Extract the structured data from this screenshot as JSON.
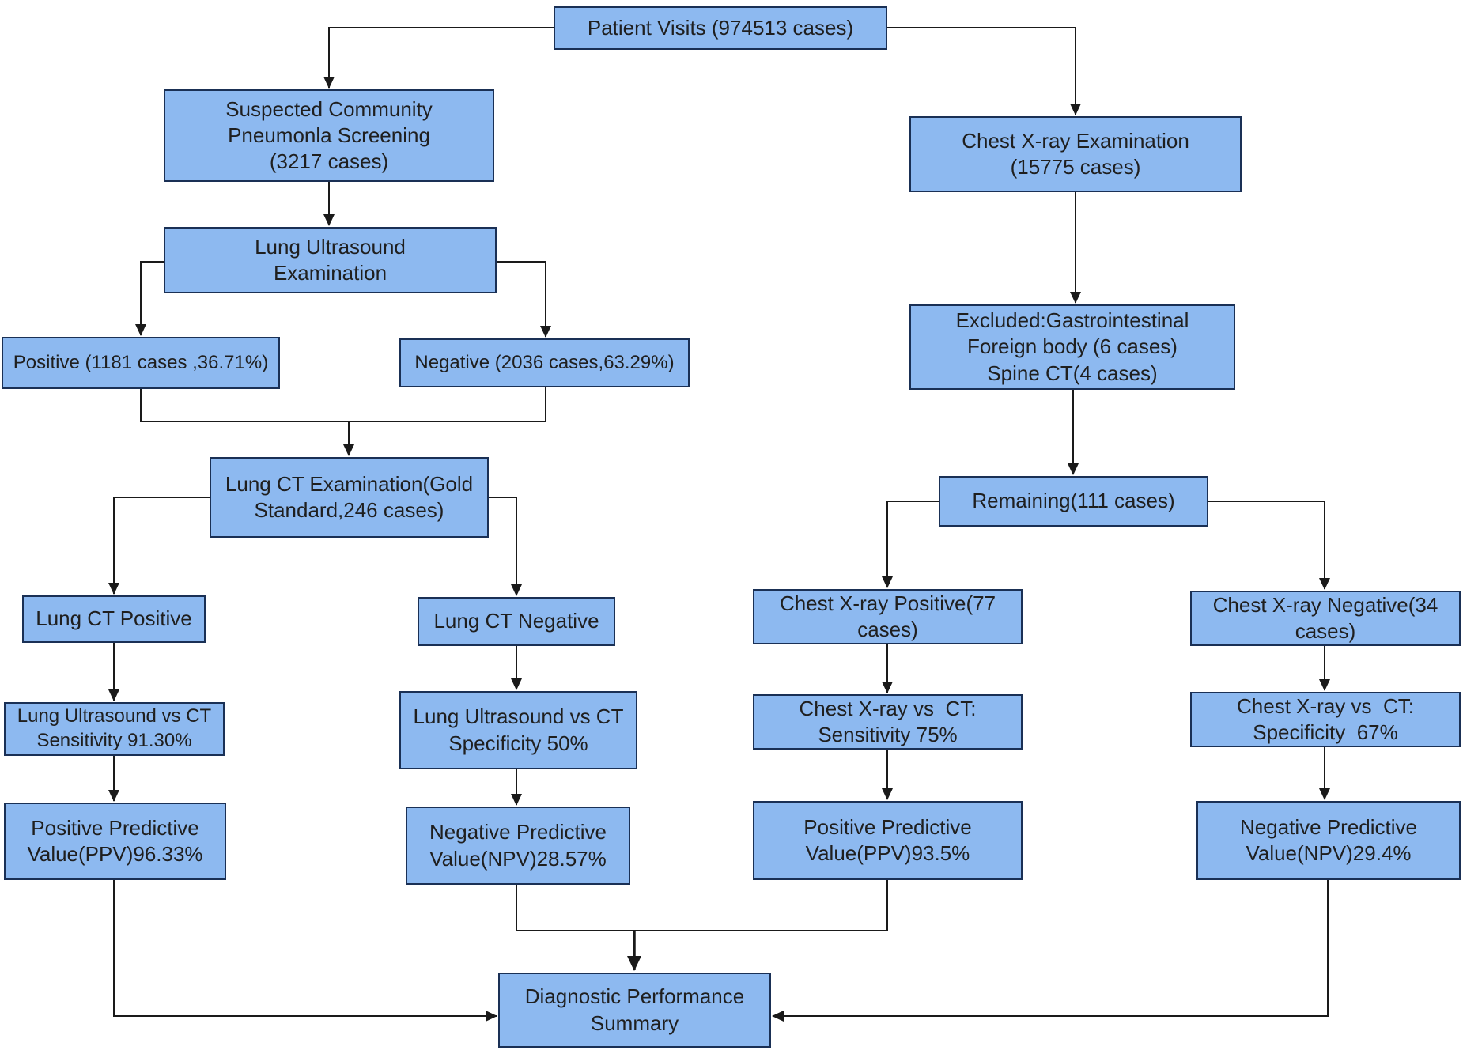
{
  "diagram_type": "flowchart",
  "colors": {
    "box_fill": "#8db9f0",
    "box_border": "#1a3055",
    "line_color": "#1a1a1a",
    "text_color": "#1f1f1f"
  },
  "nodes": {
    "patient_visits": {
      "text": "Patient Visits (974513 cases)"
    },
    "suspected_screening": {
      "text": "Suspected Community\nPneumonla Screening\n(3217 cases)"
    },
    "lung_ultrasound_exam": {
      "text": "Lung Ultrasound\nExamination"
    },
    "lus_positive": {
      "text": "Positive (1181 cases ,36.71%)"
    },
    "lus_negative": {
      "text": "Negative (2036 cases,63.29%)"
    },
    "lung_ct_exam": {
      "text": "Lung CT Examination(Gold\nStandard,246 cases)"
    },
    "lung_ct_positive": {
      "text": "Lung CT Positive"
    },
    "lung_ct_negative": {
      "text": "Lung CT Negative"
    },
    "lus_sensitivity": {
      "text": "Lung Ultrasound vs CT\nSensitivity 91.30%"
    },
    "lus_specificity": {
      "text": "Lung Ultrasound vs CT\nSpecificity 50%"
    },
    "lus_ppv": {
      "text": "Positive Predictive\nValue(PPV)96.33%"
    },
    "lus_npv": {
      "text": "Negative Predictive\nValue(NPV)28.57%"
    },
    "cxr_exam": {
      "text": "Chest X-ray Examination\n(15775 cases)"
    },
    "excluded": {
      "text": "Excluded:Gastrointestinal\nForeign body (6 cases)\nSpine CT(4 cases)"
    },
    "remaining": {
      "text": "Remaining(111 cases)"
    },
    "cxr_positive": {
      "text": "Chest X-ray Positive(77\ncases)"
    },
    "cxr_negative": {
      "text": "Chest X-ray Negative(34\ncases)"
    },
    "cxr_sensitivity": {
      "text": "Chest X-ray vs  CT:\nSensitivity 75%"
    },
    "cxr_specificity": {
      "text": "Chest X-ray vs  CT:\nSpecificity  67%"
    },
    "cxr_ppv": {
      "text": "Positive Predictive\nValue(PPV)93.5%"
    },
    "cxr_npv": {
      "text": "Negative Predictive\nValue(NPV)29.4%"
    },
    "summary": {
      "text": "Diagnostic Performance\nSummary"
    }
  },
  "edges": [
    {
      "from": "patient_visits",
      "to": "suspected_screening"
    },
    {
      "from": "patient_visits",
      "to": "cxr_exam"
    },
    {
      "from": "suspected_screening",
      "to": "lung_ultrasound_exam"
    },
    {
      "from": "lung_ultrasound_exam",
      "to": "lus_positive"
    },
    {
      "from": "lung_ultrasound_exam",
      "to": "lus_negative"
    },
    {
      "from": "lus_positive",
      "to": "lung_ct_exam"
    },
    {
      "from": "lus_negative",
      "to": "lung_ct_exam"
    },
    {
      "from": "lung_ct_exam",
      "to": "lung_ct_positive"
    },
    {
      "from": "lung_ct_exam",
      "to": "lung_ct_negative"
    },
    {
      "from": "lung_ct_positive",
      "to": "lus_sensitivity"
    },
    {
      "from": "lus_sensitivity",
      "to": "lus_ppv"
    },
    {
      "from": "lung_ct_negative",
      "to": "lus_specificity"
    },
    {
      "from": "lus_specificity",
      "to": "lus_npv"
    },
    {
      "from": "cxr_exam",
      "to": "excluded"
    },
    {
      "from": "excluded",
      "to": "remaining"
    },
    {
      "from": "remaining",
      "to": "cxr_positive"
    },
    {
      "from": "remaining",
      "to": "cxr_negative"
    },
    {
      "from": "cxr_positive",
      "to": "cxr_sensitivity"
    },
    {
      "from": "cxr_sensitivity",
      "to": "cxr_ppv"
    },
    {
      "from": "cxr_negative",
      "to": "cxr_specificity"
    },
    {
      "from": "cxr_specificity",
      "to": "cxr_npv"
    },
    {
      "from": "lus_ppv",
      "to": "summary"
    },
    {
      "from": "lus_npv",
      "to": "summary"
    },
    {
      "from": "cxr_ppv",
      "to": "summary"
    },
    {
      "from": "cxr_npv",
      "to": "summary"
    }
  ]
}
